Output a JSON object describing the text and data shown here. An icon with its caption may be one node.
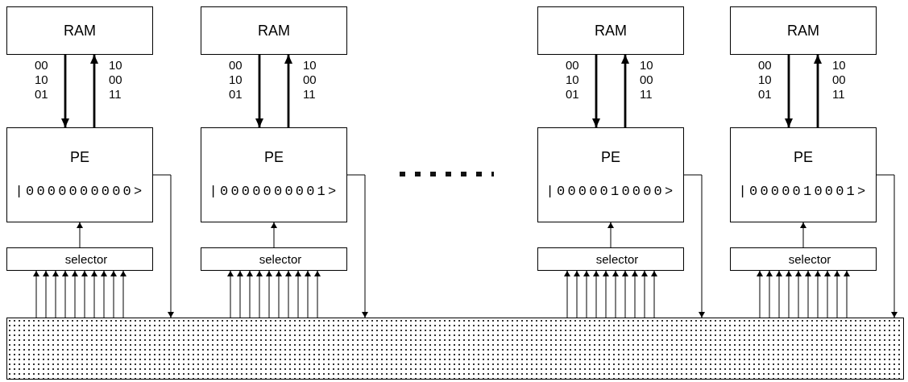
{
  "diagram": {
    "nodes": [
      {
        "text": [
          "RAM"
        ]
      },
      {
        "text": [
          "PE",
          "|0000000000>"
        ]
      },
      {
        "text": [
          "selector"
        ]
      },
      {
        "text": [
          "RAM"
        ]
      },
      {
        "text": [
          "PE",
          "|0000000001>"
        ]
      },
      {
        "text": [
          "selector"
        ]
      },
      {
        "text": [
          "RAM"
        ]
      },
      {
        "text": [
          "PE",
          "|0000010000>"
        ]
      },
      {
        "text": [
          "selector"
        ]
      },
      {
        "text": [
          "RAM"
        ]
      },
      {
        "text": [
          "PE",
          "|0000010001>"
        ]
      },
      {
        "text": [
          "selector"
        ]
      },
      {
        "text": [],
        "shape": "box"
      }
    ],
    "edges": [
      {
        "from": 0,
        "to": 1,
        "arrow": "to",
        "label": "00 10 01",
        "style": "thick"
      },
      {
        "from": 1,
        "to": 0,
        "arrow": "to",
        "label": "10 00 11",
        "style": "thick"
      },
      {
        "from": 2,
        "to": 1,
        "arrow": "to"
      },
      {
        "from": 12,
        "to": 2,
        "arrow": "to"
      },
      {
        "from": 12,
        "to": 2,
        "arrow": "to"
      },
      {
        "from": 12,
        "to": 2,
        "arrow": "to"
      },
      {
        "from": 12,
        "to": 2,
        "arrow": "to"
      },
      {
        "from": 12,
        "to": 2,
        "arrow": "to"
      },
      {
        "from": 12,
        "to": 2,
        "arrow": "to"
      },
      {
        "from": 12,
        "to": 2,
        "arrow": "to"
      },
      {
        "from": 12,
        "to": 2,
        "arrow": "to"
      },
      {
        "from": 12,
        "to": 2,
        "arrow": "to"
      },
      {
        "from": 12,
        "to": 2,
        "arrow": "to"
      },
      {
        "from": 1,
        "to": 12,
        "arrow": "to"
      },
      {
        "from": 3,
        "to": 4,
        "arrow": "to",
        "label": "00 10 01",
        "style": "thick"
      },
      {
        "from": 4,
        "to": 3,
        "arrow": "to",
        "label": "10 00 11",
        "style": "thick"
      },
      {
        "from": 5,
        "to": 4,
        "arrow": "to"
      },
      {
        "from": 12,
        "to": 5,
        "arrow": "to"
      },
      {
        "from": 12,
        "to": 5,
        "arrow": "to"
      },
      {
        "from": 12,
        "to": 5,
        "arrow": "to"
      },
      {
        "from": 12,
        "to": 5,
        "arrow": "to"
      },
      {
        "from": 12,
        "to": 5,
        "arrow": "to"
      },
      {
        "from": 12,
        "to": 5,
        "arrow": "to"
      },
      {
        "from": 12,
        "to": 5,
        "arrow": "to"
      },
      {
        "from": 12,
        "to": 5,
        "arrow": "to"
      },
      {
        "from": 12,
        "to": 5,
        "arrow": "to"
      },
      {
        "from": 12,
        "to": 5,
        "arrow": "to"
      },
      {
        "from": 4,
        "to": 12,
        "arrow": "to"
      },
      {
        "from": 6,
        "to": 7,
        "arrow": "to",
        "label": "00 10 01",
        "style": "thick"
      },
      {
        "from": 7,
        "to": 6,
        "arrow": "to",
        "label": "10 00 11",
        "style": "thick"
      },
      {
        "from": 8,
        "to": 7,
        "arrow": "to"
      },
      {
        "from": 12,
        "to": 8,
        "arrow": "to"
      },
      {
        "from": 12,
        "to": 8,
        "arrow": "to"
      },
      {
        "from": 12,
        "to": 8,
        "arrow": "to"
      },
      {
        "from": 12,
        "to": 8,
        "arrow": "to"
      },
      {
        "from": 12,
        "to": 8,
        "arrow": "to"
      },
      {
        "from": 12,
        "to": 8,
        "arrow": "to"
      },
      {
        "from": 12,
        "to": 8,
        "arrow": "to"
      },
      {
        "from": 12,
        "to": 8,
        "arrow": "to"
      },
      {
        "from": 12,
        "to": 8,
        "arrow": "to"
      },
      {
        "from": 12,
        "to": 8,
        "arrow": "to"
      },
      {
        "from": 7,
        "to": 12,
        "arrow": "to"
      },
      {
        "from": 9,
        "to": 10,
        "arrow": "to",
        "label": "00 10 01",
        "style": "thick"
      },
      {
        "from": 10,
        "to": 9,
        "arrow": "to",
        "label": "10 00 11",
        "style": "thick"
      },
      {
        "from": 11,
        "to": 10,
        "arrow": "to"
      },
      {
        "from": 12,
        "to": 11,
        "arrow": "to"
      },
      {
        "from": 12,
        "to": 11,
        "arrow": "to"
      },
      {
        "from": 12,
        "to": 11,
        "arrow": "to"
      },
      {
        "from": 12,
        "to": 11,
        "arrow": "to"
      },
      {
        "from": 12,
        "to": 11,
        "arrow": "to"
      },
      {
        "from": 12,
        "to": 11,
        "arrow": "to"
      },
      {
        "from": 12,
        "to": 11,
        "arrow": "to"
      },
      {
        "from": 12,
        "to": 11,
        "arrow": "to"
      },
      {
        "from": 12,
        "to": 11,
        "arrow": "to"
      },
      {
        "from": 12,
        "to": 11,
        "arrow": "to"
      },
      {
        "from": 10,
        "to": 12,
        "arrow": "to"
      }
    ]
  }
}
